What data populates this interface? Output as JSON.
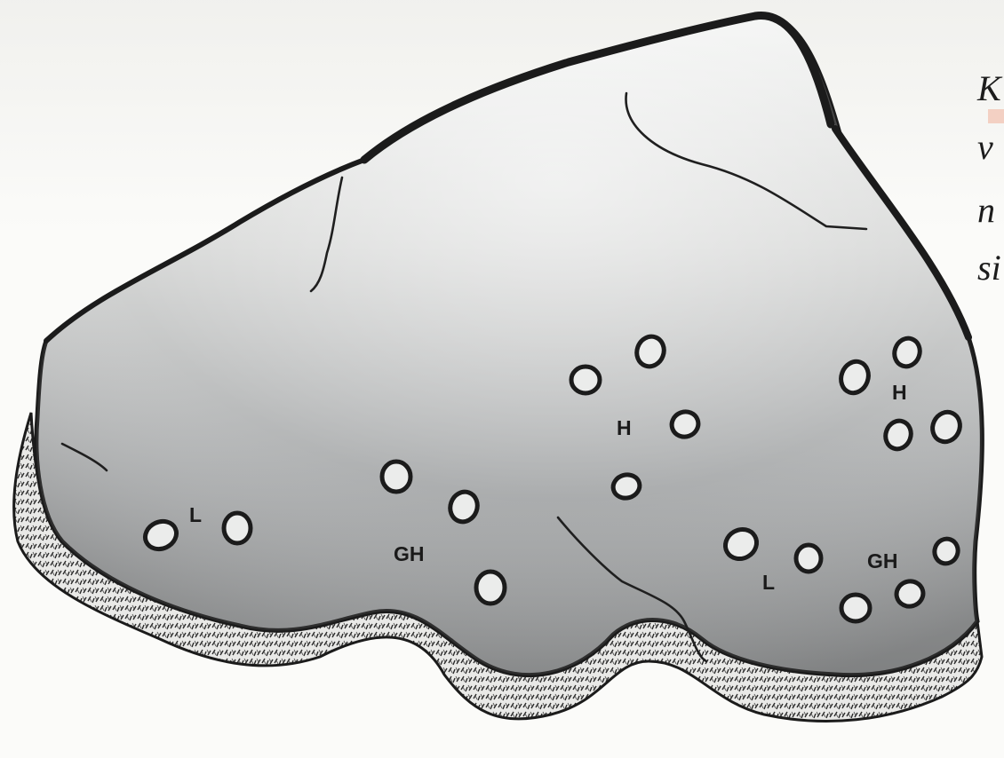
{
  "labels": [
    {
      "id": "label-l-left",
      "text": "L"
    },
    {
      "id": "label-gh-left",
      "text": "GH"
    },
    {
      "id": "label-h-center",
      "text": "H"
    },
    {
      "id": "label-l-right",
      "text": "L"
    },
    {
      "id": "label-gh-right",
      "text": "GH"
    },
    {
      "id": "label-h-right",
      "text": "H"
    }
  ],
  "side_text_fragments": [
    "K",
    "v",
    "n",
    "si"
  ],
  "colors": {
    "stone_light": "#f1f2f1",
    "stone_mid": "#bdbfbf",
    "stone_dark": "#8c8e8f",
    "outline": "#1b1b1b",
    "accent_mark": "#f2c7b6"
  }
}
